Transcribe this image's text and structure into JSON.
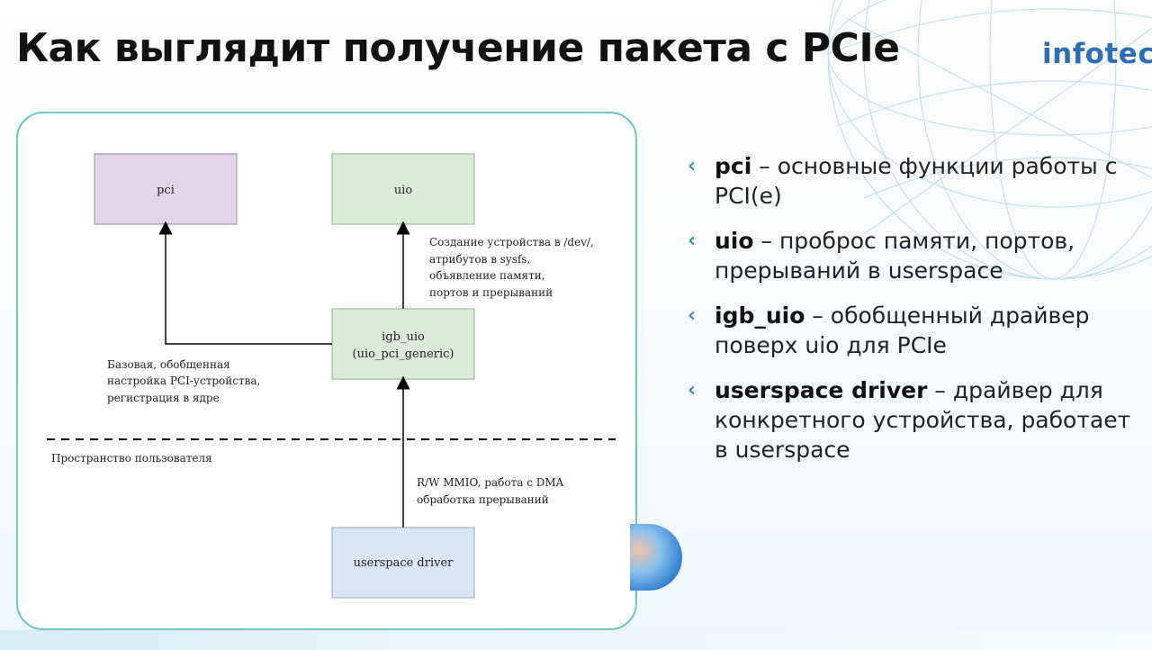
{
  "title": "Как выглядит получение пакета с PCIe",
  "logo": "infotec",
  "diagram": {
    "boxes": {
      "pci": "pci",
      "uio": "uio",
      "igb_line1": "igb_uio",
      "igb_line2": "(uio_pci_generic)",
      "userspace": "userspace driver"
    },
    "notes": {
      "uio_desc": [
        "Создание устройства в /dev/,",
        "атрибутов в sysfs,",
        "объявление памяти,",
        "портов и прерываний"
      ],
      "pci_desc": [
        "Базовая, обобщенная",
        "настройка PCI-устройства,",
        "регистрация в ядре"
      ],
      "user_space": "Пространство пользователя",
      "rw_desc": [
        "R/W MMIO, работа с DMA",
        "обработка прерываний"
      ]
    }
  },
  "bullets": [
    {
      "marker": "‹",
      "term": "pci",
      "text": " – основные функции работы с PCI(e)"
    },
    {
      "marker": "‹",
      "term": "uio",
      "text": " – проброс памяти, портов, прерываний в userspace"
    },
    {
      "marker": "‹",
      "term": "igb_uio",
      "text": " – обобщенный драйвер поверх uio для PCIe"
    },
    {
      "marker": "‹",
      "term": "userspace driver",
      "text": " – драйвер для конкретного устройства, работает в userspace"
    }
  ],
  "colors": {
    "frame": "#6cc5c6",
    "pci_box": "#e4d6ea",
    "uio_box": "#d9ecd6",
    "user_box": "#d8e6f5",
    "logo": "#2b6fb4"
  }
}
